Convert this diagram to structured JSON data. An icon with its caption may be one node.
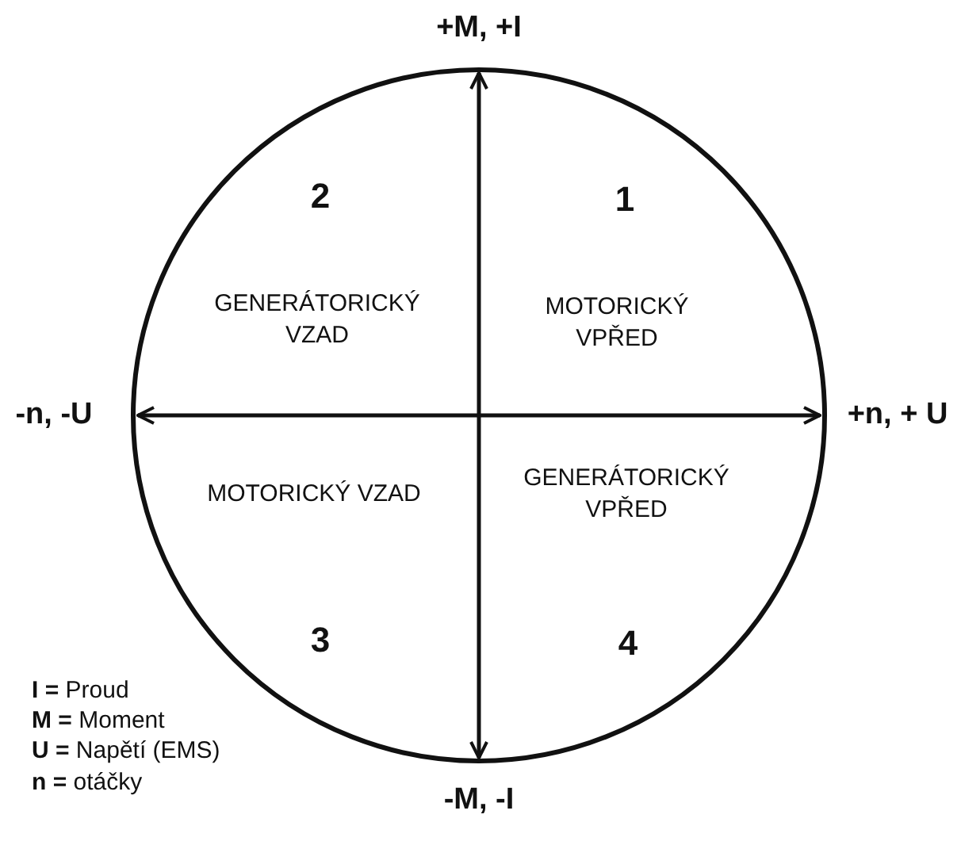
{
  "diagram": {
    "labels": [
      "+M, +I",
      "2",
      "1",
      "GENERÁTORICKÝ VZAD",
      "MOTORICKÝ VPŘED",
      "-n, -U",
      "+n, + U",
      "MOTORICKÝ VZAD",
      "GENERÁTORICKÝ VPŘED",
      "3",
      "4",
      "**I =** Proud",
      "**M =** Moment",
      "-M, -I",
      "**U =** Napětí (EMS)",
      "**n =** otáčky"
    ]
  }
}
